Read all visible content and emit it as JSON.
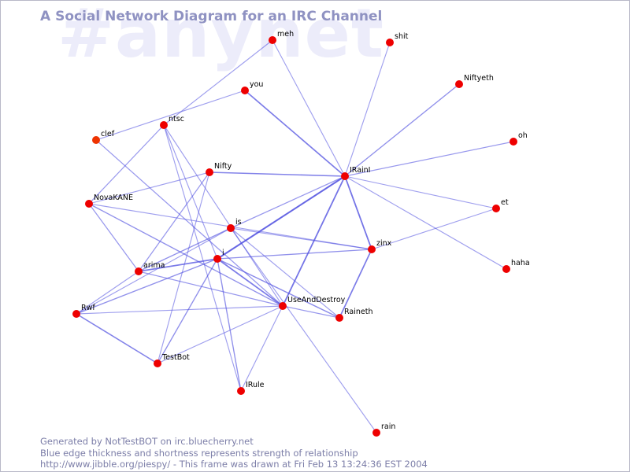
{
  "watermark": "#anynet",
  "title": "A Social Network Diagram for an IRC Channel",
  "footer": {
    "line1": "Generated by NotTestBOT on irc.bluecherry.net",
    "line2": "Blue edge thickness and shortness represents strength of relationship",
    "line3": "http://www.jibble.org/piespy/ - This frame was drawn at Fri Feb 13 13:24:36 EST 2004"
  },
  "colors": {
    "node": "#ee0000",
    "node_recent": "#ee3300",
    "edge": "#5050e0",
    "title": "#8f92c2",
    "watermark": "#ececfa"
  },
  "nodes": [
    {
      "id": "meh",
      "label": "meh"
    },
    {
      "id": "shit",
      "label": "shit"
    },
    {
      "id": "you",
      "label": "you"
    },
    {
      "id": "Niftyeth",
      "label": "Niftyeth"
    },
    {
      "id": "ntsc",
      "label": "ntsc"
    },
    {
      "id": "clef",
      "label": "clef",
      "color": "#ee3300"
    },
    {
      "id": "oh",
      "label": "oh"
    },
    {
      "id": "Nifty",
      "label": "Nifty"
    },
    {
      "id": "IRainI",
      "label": "IRainI"
    },
    {
      "id": "NovaKANE",
      "label": "NovaKANE"
    },
    {
      "id": "et",
      "label": "et"
    },
    {
      "id": "is",
      "label": "is"
    },
    {
      "id": "zinx",
      "label": "zinx"
    },
    {
      "id": "i",
      "label": "i"
    },
    {
      "id": "haha",
      "label": "haha"
    },
    {
      "id": "arima",
      "label": "arima"
    },
    {
      "id": "UseAndDestroy",
      "label": "UseAndDestroy"
    },
    {
      "id": "Rwf",
      "label": "Rwf"
    },
    {
      "id": "Raineth",
      "label": "Raineth"
    },
    {
      "id": "TestBot",
      "label": "TestBot"
    },
    {
      "id": "IRule",
      "label": "IRule"
    },
    {
      "id": "rain",
      "label": "rain"
    }
  ],
  "edges": [
    {
      "source": "IRainI",
      "target": "meh",
      "weight": 1
    },
    {
      "source": "IRainI",
      "target": "shit",
      "weight": 1
    },
    {
      "source": "IRainI",
      "target": "you",
      "weight": 2
    },
    {
      "source": "IRainI",
      "target": "Niftyeth",
      "weight": 1.4
    },
    {
      "source": "IRainI",
      "target": "oh",
      "weight": 1.2
    },
    {
      "source": "IRainI",
      "target": "et",
      "weight": 1
    },
    {
      "source": "IRainI",
      "target": "haha",
      "weight": 1
    },
    {
      "source": "IRainI",
      "target": "Nifty",
      "weight": 1.8
    },
    {
      "source": "IRainI",
      "target": "is",
      "weight": 1.2
    },
    {
      "source": "IRainI",
      "target": "i",
      "weight": 2.6
    },
    {
      "source": "IRainI",
      "target": "zinx",
      "weight": 2.2
    },
    {
      "source": "IRainI",
      "target": "UseAndDestroy",
      "weight": 2.2
    },
    {
      "source": "meh",
      "target": "ntsc",
      "weight": 1
    },
    {
      "source": "you",
      "target": "clef",
      "weight": 1
    },
    {
      "source": "clef",
      "target": "UseAndDestroy",
      "weight": 1.2
    },
    {
      "source": "ntsc",
      "target": "NovaKANE",
      "weight": 1.2
    },
    {
      "source": "ntsc",
      "target": "i",
      "weight": 1
    },
    {
      "source": "ntsc",
      "target": "IRule",
      "weight": 1
    },
    {
      "source": "ntsc",
      "target": "UseAndDestroy",
      "weight": 1
    },
    {
      "source": "Nifty",
      "target": "NovaKANE",
      "weight": 1
    },
    {
      "source": "Nifty",
      "target": "arima",
      "weight": 1.2
    },
    {
      "source": "Nifty",
      "target": "TestBot",
      "weight": 1
    },
    {
      "source": "NovaKANE",
      "target": "arima",
      "weight": 1.2
    },
    {
      "source": "NovaKANE",
      "target": "zinx",
      "weight": 1
    },
    {
      "source": "NovaKANE",
      "target": "UseAndDestroy",
      "weight": 1.4
    },
    {
      "source": "is",
      "target": "arima",
      "weight": 1.4
    },
    {
      "source": "is",
      "target": "Rwf",
      "weight": 1
    },
    {
      "source": "is",
      "target": "Raineth",
      "weight": 1
    },
    {
      "source": "is",
      "target": "rain",
      "weight": 1
    },
    {
      "source": "is",
      "target": "zinx",
      "weight": 1
    },
    {
      "source": "zinx",
      "target": "et",
      "weight": 1
    },
    {
      "source": "zinx",
      "target": "i",
      "weight": 1.4
    },
    {
      "source": "zinx",
      "target": "Raineth",
      "weight": 2
    },
    {
      "source": "i",
      "target": "arima",
      "weight": 2
    },
    {
      "source": "i",
      "target": "Rwf",
      "weight": 1.4
    },
    {
      "source": "i",
      "target": "TestBot",
      "weight": 1.4
    },
    {
      "source": "i",
      "target": "IRule",
      "weight": 1.4
    },
    {
      "source": "i",
      "target": "UseAndDestroy",
      "weight": 2
    },
    {
      "source": "i",
      "target": "Raineth",
      "weight": 1.6
    },
    {
      "source": "arima",
      "target": "UseAndDestroy",
      "weight": 1.2
    },
    {
      "source": "arima",
      "target": "Rwf",
      "weight": 1
    },
    {
      "source": "Rwf",
      "target": "TestBot",
      "weight": 1.8
    },
    {
      "source": "Rwf",
      "target": "UseAndDestroy",
      "weight": 1
    },
    {
      "source": "TestBot",
      "target": "UseAndDestroy",
      "weight": 1
    },
    {
      "source": "UseAndDestroy",
      "target": "IRule",
      "weight": 1
    },
    {
      "source": "UseAndDestroy",
      "target": "Raineth",
      "weight": 1.2
    }
  ]
}
